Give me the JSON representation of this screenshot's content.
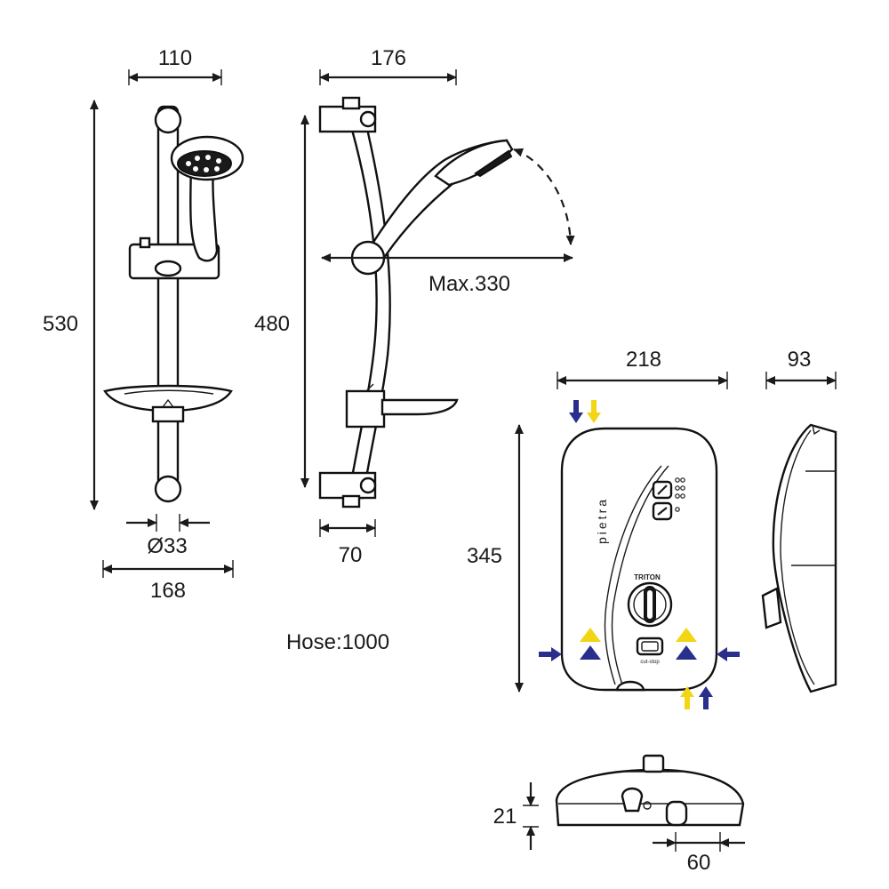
{
  "dimensions": {
    "kit_front": {
      "width": "110",
      "height": "530",
      "rail_diameter": "Ø33",
      "soap_dish_width": "168"
    },
    "kit_side": {
      "depth": "176",
      "height": "480",
      "max_reach": "Max.330",
      "bracket_depth": "70"
    },
    "hose": "Hose:1000",
    "unit_front": {
      "width": "218",
      "height": "345"
    },
    "unit_side": {
      "depth": "93"
    },
    "unit_bottom": {
      "height": "21",
      "offset": "60"
    }
  },
  "unit_labels": {
    "brand": "pietra",
    "logo": "TRITON",
    "small_text": "cut-stop"
  },
  "colors": {
    "line": "#1a1a1a",
    "cold_water_arrow": "#2b2f8c",
    "hot_water_arrow": "#f2d513"
  },
  "icons": [
    "arrow-down-blue",
    "arrow-down-yellow",
    "arrow-right-blue",
    "arrow-left-blue",
    "arrow-up-blue",
    "arrow-up-yellow",
    "triangle-blue",
    "triangle-yellow"
  ]
}
